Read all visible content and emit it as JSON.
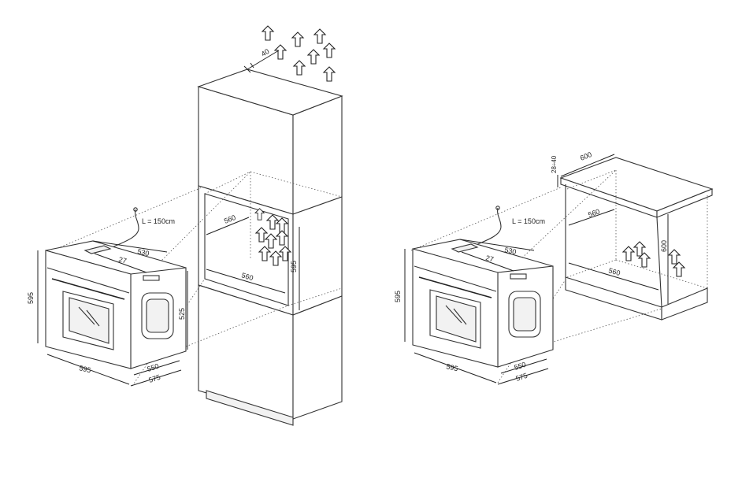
{
  "left_install": {
    "vent_gap": "40",
    "cable_length": "L = 150cm",
    "niche_depth": "560",
    "niche_width": "560",
    "niche_height": "595",
    "oven_top_depth": "530",
    "oven_panel_offset": "27",
    "oven_height": "595",
    "oven_width": "595",
    "oven_side_height": "525",
    "oven_body_depth": "550",
    "oven_total_depth": "575"
  },
  "right_install": {
    "top_thickness": "28÷40",
    "counter_depth": "600",
    "cable_length": "L = 150cm",
    "niche_depth": "560",
    "niche_width": "560",
    "niche_height": "600",
    "oven_top_depth": "530",
    "oven_panel_offset": "27",
    "oven_height": "595",
    "oven_width": "595",
    "oven_body_depth": "550",
    "oven_total_depth": "575"
  },
  "icons": [
    "airflow-arrow-icon",
    "power-cable-icon",
    "door-glass-icon"
  ]
}
